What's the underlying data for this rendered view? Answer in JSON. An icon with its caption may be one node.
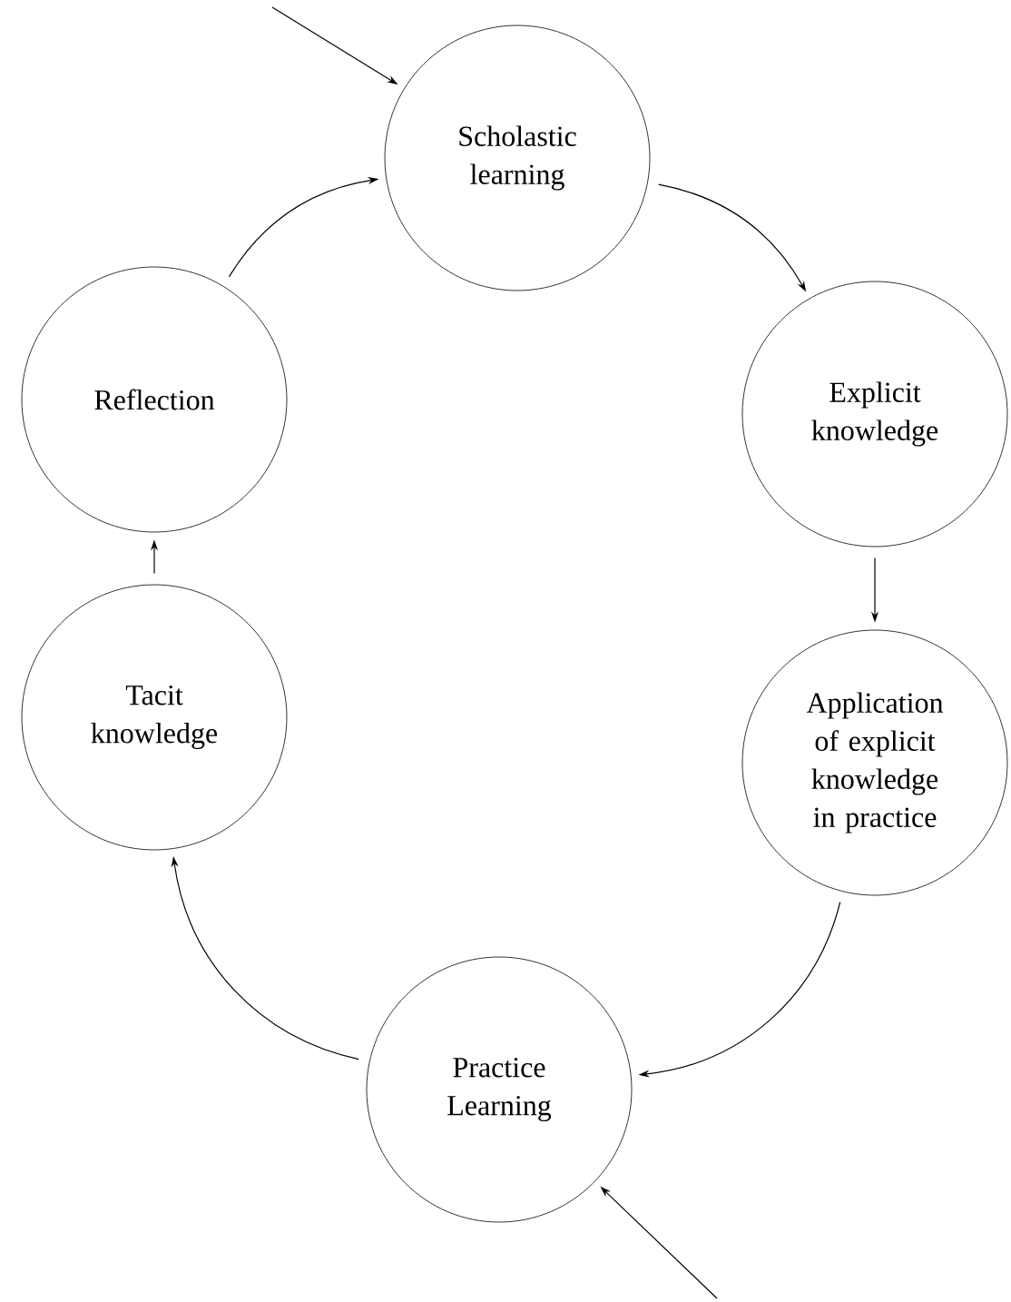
{
  "diagram": {
    "nodes": [
      {
        "text": [
          "Scholastic learning"
        ]
      },
      {
        "text": [
          "Explicit knowledge"
        ]
      },
      {
        "text": [
          "Application of explicit knowledge in practice"
        ]
      },
      {
        "text": [
          "Practice Learning"
        ]
      },
      {
        "text": [
          "Tacit knowledge"
        ]
      },
      {
        "text": [
          "Reflection"
        ]
      }
    ],
    "edges": [
      {
        "from": null,
        "to": 0,
        "arrow": "to"
      },
      {
        "from": 0,
        "to": 1,
        "arrow": "to"
      },
      {
        "from": 1,
        "to": 2,
        "arrow": "to"
      },
      {
        "from": 2,
        "to": 3,
        "arrow": "to"
      },
      {
        "from": 3,
        "to": 4,
        "arrow": "to"
      },
      {
        "from": 4,
        "to": 5,
        "arrow": "to"
      },
      {
        "from": 5,
        "to": 0,
        "arrow": "to"
      },
      {
        "from": null,
        "to": 3,
        "arrow": "to"
      }
    ]
  }
}
